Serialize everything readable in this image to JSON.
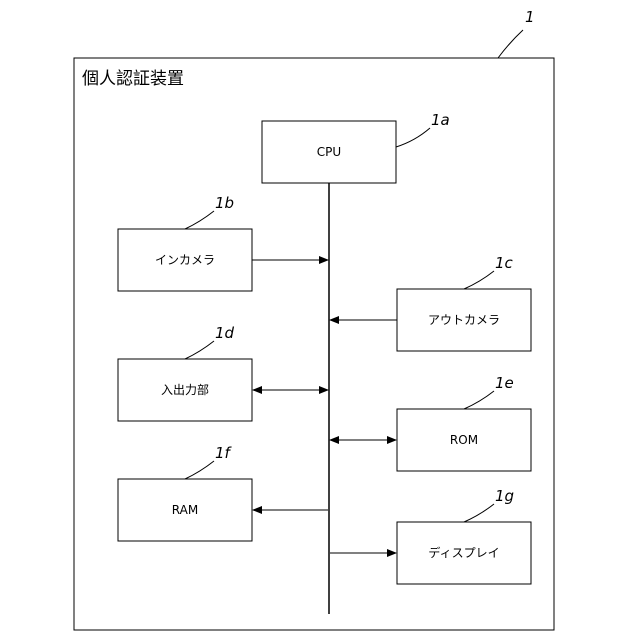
{
  "device": {
    "title": "個人認証装置",
    "ref": "1"
  },
  "blocks": {
    "cpu": {
      "label": "CPU",
      "ref": "1a"
    },
    "in_camera": {
      "label": "インカメラ",
      "ref": "1b"
    },
    "out_camera": {
      "label": "アウトカメラ",
      "ref": "1c"
    },
    "io": {
      "label": "入出力部",
      "ref": "1d"
    },
    "rom": {
      "label": "ROM",
      "ref": "1e"
    },
    "ram": {
      "label": "RAM",
      "ref": "1f"
    },
    "display": {
      "label": "ディスプレイ",
      "ref": "1g"
    }
  },
  "connections": [
    {
      "block": "in_camera",
      "direction": "to-bus"
    },
    {
      "block": "out_camera",
      "direction": "to-bus"
    },
    {
      "block": "io",
      "direction": "both"
    },
    {
      "block": "rom",
      "direction": "both"
    },
    {
      "block": "ram",
      "direction": "from-bus"
    },
    {
      "block": "display",
      "direction": "from-bus"
    }
  ]
}
